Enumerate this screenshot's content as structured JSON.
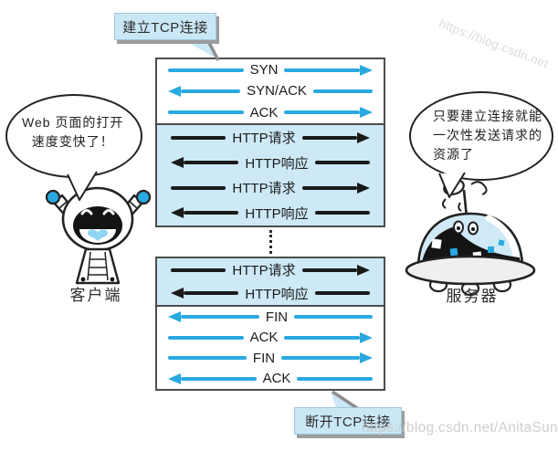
{
  "colors": {
    "arrow_blue": "#29a9e1",
    "arrow_black": "#1a1a1a",
    "box_blue_fill": "#cde9f6",
    "box_border": "#4d4d4d",
    "callout_fill": "#c9e7f5",
    "callout_shadow": "#9c9c9c",
    "heart_blue": "#8fd4f2",
    "watermark_gray": "#c9c9c9"
  },
  "callouts": {
    "top": "建立TCP连接",
    "bottom": "断开TCP连接"
  },
  "sequence": {
    "sections": [
      {
        "name": "tcp-connect",
        "bg": "white",
        "rows": [
          {
            "label": "SYN",
            "dir": "right",
            "color": "blue"
          },
          {
            "label": "SYN/ACK",
            "dir": "left",
            "color": "blue"
          },
          {
            "label": "ACK",
            "dir": "right",
            "color": "blue"
          }
        ]
      },
      {
        "name": "http-exchange-1",
        "bg": "blue",
        "rows": [
          {
            "label": "HTTP请求",
            "dir": "right",
            "color": "black"
          },
          {
            "label": "HTTP响应",
            "dir": "left",
            "color": "black"
          },
          {
            "label": "HTTP请求",
            "dir": "right",
            "color": "black"
          },
          {
            "label": "HTTP响应",
            "dir": "left",
            "color": "black"
          }
        ]
      },
      {
        "name": "http-exchange-2",
        "bg": "blue",
        "rows": [
          {
            "label": "HTTP请求",
            "dir": "right",
            "color": "black"
          },
          {
            "label": "HTTP响应",
            "dir": "left",
            "color": "black"
          }
        ]
      },
      {
        "name": "tcp-close",
        "bg": "white",
        "rows": [
          {
            "label": "FIN",
            "dir": "left",
            "color": "blue"
          },
          {
            "label": "ACK",
            "dir": "right",
            "color": "blue"
          },
          {
            "label": "FIN",
            "dir": "right",
            "color": "blue"
          },
          {
            "label": "ACK",
            "dir": "left",
            "color": "blue"
          }
        ]
      }
    ]
  },
  "client": {
    "label": "客户端",
    "speech_line1": "Web 页面的打开",
    "speech_line2": "速度变快了！"
  },
  "server": {
    "label": "服务器",
    "speech_line1": "只要建立连接就能",
    "speech_line2": "一次性发送请求的",
    "speech_line3": "资源了"
  },
  "watermark": {
    "bottom": "https://blog.csdn.net/AnitaSun",
    "top": "https://blog.csdn.net"
  }
}
